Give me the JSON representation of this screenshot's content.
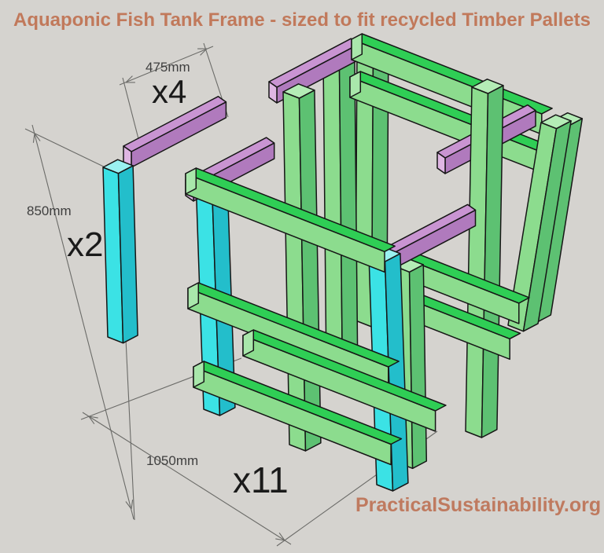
{
  "title": "Aquaponic Fish Tank Frame - sized to fit recycled Timber Pallets",
  "watermark": "PracticalSustainability.org",
  "parts": {
    "crossbeam": {
      "quantity": "x4",
      "length": "475mm",
      "color_name": "pink"
    },
    "post": {
      "quantity": "x2",
      "length": "850mm",
      "color_name": "cyan"
    },
    "rail": {
      "quantity": "x11",
      "length": "1050mm",
      "color_name": "green"
    }
  },
  "colors": {
    "background": "#D5D3CF",
    "title_text": "#C1795B",
    "watermark_text": "#BF7A5F",
    "label_text": "#1A1A1A",
    "dimension_text": "#3F3F3F",
    "dimension_line": "#6B6B68",
    "outline": "#161616",
    "pink_top": "#C994D2",
    "pink_side": "#B07ABD",
    "pink_cap": "#DFB6E3",
    "cyan_light": "#3BE2E5",
    "cyan_dark": "#23BECB",
    "cyan_top": "#9AF1F1",
    "green_light": "#8CDC8E",
    "green_bright": "#2FCE55",
    "green_dark": "#5DC172",
    "green_top": "#B4ECB6",
    "green_cap": "#A9E7AB"
  }
}
